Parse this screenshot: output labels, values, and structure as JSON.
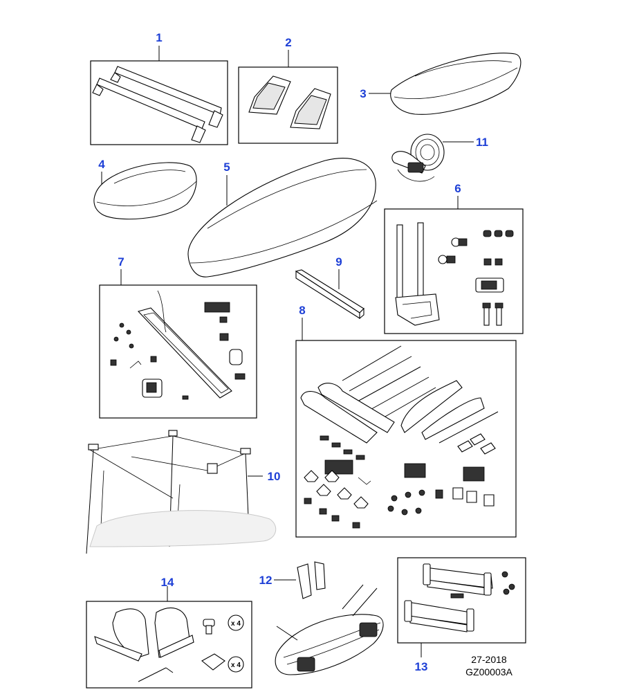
{
  "callouts": {
    "c1": "1",
    "c2": "2",
    "c3": "3",
    "c4": "4",
    "c5": "5",
    "c6": "6",
    "c7": "7",
    "c8": "8",
    "c9": "9",
    "c10": "10",
    "c11": "11",
    "c12": "12",
    "c13": "13",
    "c14": "14"
  },
  "quantities": {
    "bolt_qty": "x 4",
    "nut_qty": "x 4"
  },
  "footer": {
    "date_code": "27-2018",
    "illustration_id": "GZ00003A"
  },
  "colors": {
    "callout": "#1d3fd6",
    "line": "#000000",
    "background": "#ffffff"
  }
}
